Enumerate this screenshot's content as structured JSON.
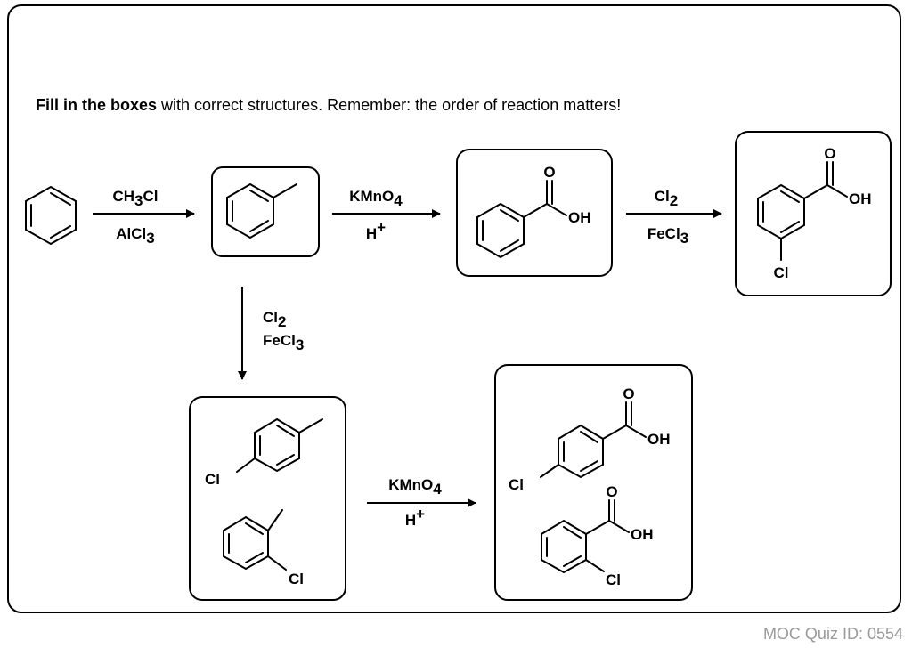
{
  "instruction": {
    "bold": "Fill in the boxes",
    "rest": " with correct structures. Remember: the order of reaction matters!"
  },
  "reagents": {
    "r1_top": "CH3Cl",
    "r1_bottom": "AlCl3",
    "r2_top": "KMnO4",
    "r2_bottom": "H+",
    "r3_top": "Cl2",
    "r3_bottom": "FeCl3",
    "r4_top": "Cl2",
    "r4_bottom": "FeCl3",
    "r5_top": "KMnO4",
    "r5_bottom": "H+"
  },
  "atoms": {
    "oxygen": "O",
    "hydroxyl": "OH",
    "chlorine": "Cl"
  },
  "quiz_id": "MOC Quiz ID: 0554"
}
